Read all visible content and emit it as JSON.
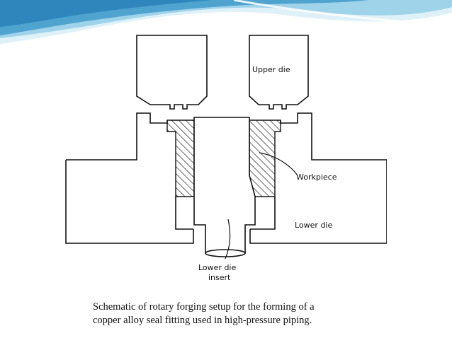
{
  "slide": {
    "theme_colors": {
      "wave_light": "#dff1f8",
      "wave_mid": "#9fd3e9",
      "wave_dark": "#4fa3cf",
      "wave_deep": "#2f86bd"
    }
  },
  "diagram": {
    "labels": {
      "upper_die": "Upper die",
      "workpiece": "Workpiece",
      "lower_die": "Lower die",
      "lower_die_insert_line1": "Lower die",
      "lower_die_insert_line2": "insert"
    }
  },
  "caption": {
    "line1": "Schematic of rotary forging setup for the forming of a",
    "line2": "copper alloy seal fitting used in high-pressure piping."
  }
}
